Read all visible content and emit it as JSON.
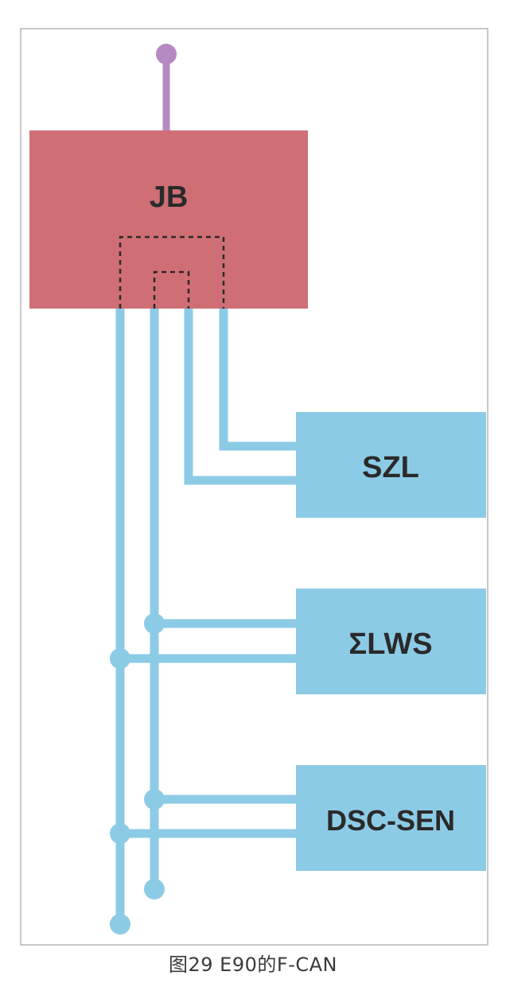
{
  "nodes": {
    "jb": "JB",
    "szl": "SZL",
    "lws": "ΣLWS",
    "dsc_sen": "DSC-SEN"
  },
  "caption": "图29 E90的F-CAN",
  "colors": {
    "jb_fill": "#cf6f75",
    "module_fill": "#8ccbe6",
    "bus_line": "#8ccbe6",
    "antenna": "#b58ac3",
    "frame": "#b5b5b5",
    "dashed": "#2a2a2a"
  }
}
